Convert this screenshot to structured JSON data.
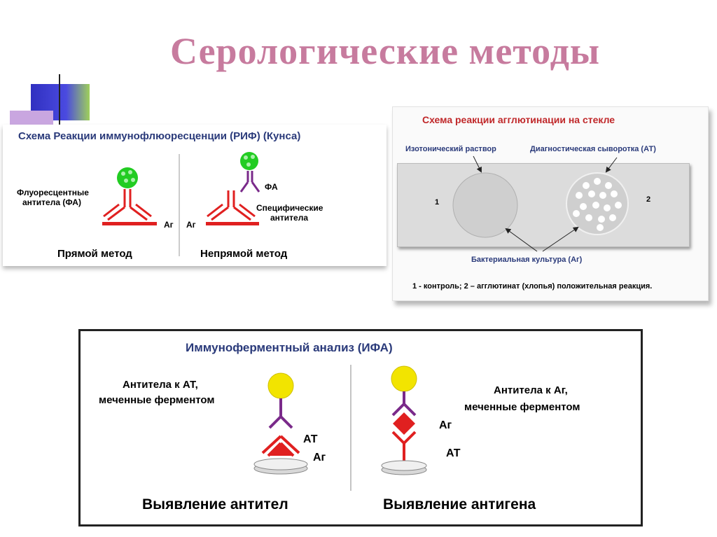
{
  "slide_title": "Серологические методы",
  "rif": {
    "heading": "Схема Реакции иммунофлюоресценции (РИФ) (Кунса)",
    "fluor_label_1": "Флуоресцентные",
    "fluor_label_2": "антитела (ФА)",
    "ag_left": "Аг",
    "ag_right": "Аг",
    "fa_label": "ФА",
    "specific_1": "Специфические",
    "specific_2": "антитела",
    "direct": "Прямой метод",
    "indirect": "Непрямой метод"
  },
  "agglutination": {
    "heading": "Схема реакции агглютинации на стекле",
    "iso_label": "Изотонический раствор",
    "diag_label": "Диагностическая сыворотка (АТ)",
    "num_1": "1",
    "num_2": "2",
    "culture_label": "Бактериальная культура (Аг)",
    "footnote": "1 - контроль; 2 – агглютинат (хлопья) положительная реакция."
  },
  "elisa": {
    "heading": "Иммуноферментный анализ (ИФА)",
    "left_label_1": "Антитела к АТ,",
    "left_label_2": "меченные ферментом",
    "at_left": "АТ",
    "ag_left": "Аг",
    "right_label_1": "Антитела к Аг,",
    "right_label_2": "меченные ферментом",
    "ag_right": "Аг",
    "at_right": "АТ",
    "detect_antibodies": "Выявление  антител",
    "detect_antigen": "Выявление  антигена"
  },
  "colors": {
    "title": "#c77b9e",
    "heading_rif": "#2a3a7a",
    "heading_aggl": "#c0282a",
    "antibody_red": "#e02020",
    "linker_purple": "#7a2a8a",
    "enzyme_yellow": "#f2e400",
    "fluor_green": "#22cc22"
  }
}
